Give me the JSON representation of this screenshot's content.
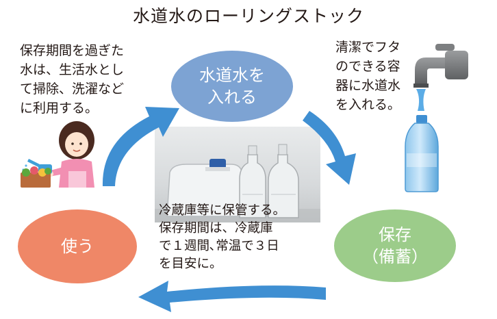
{
  "title": "水道水のローリングストック",
  "notes": {
    "left": [
      "保存期間を過ぎた",
      "水は、生活水とし",
      "て掃除、洗濯など",
      "に利用する。"
    ],
    "right": [
      "清潔でフタ",
      "のできる容",
      "器に水道水",
      "を入れる。"
    ],
    "center": [
      "冷蔵庫等に保管する。",
      "保存期間は、冷蔵庫",
      "で１週間､常温で３日",
      "を目安に。"
    ]
  },
  "steps": {
    "fill": [
      "水道水を",
      "入れる"
    ],
    "store": [
      "保存",
      "（備蓄）"
    ],
    "use": [
      "使う"
    ]
  },
  "colors": {
    "fill_circle": "#7da3d3",
    "store_circle": "#9ccc8a",
    "use_circle": "#ef8767",
    "arrow": "#3f8fd2"
  },
  "icons": [
    "woman-watering-plants-icon",
    "faucet-icon",
    "water-bottle-icon",
    "stored-water-containers-photo"
  ]
}
